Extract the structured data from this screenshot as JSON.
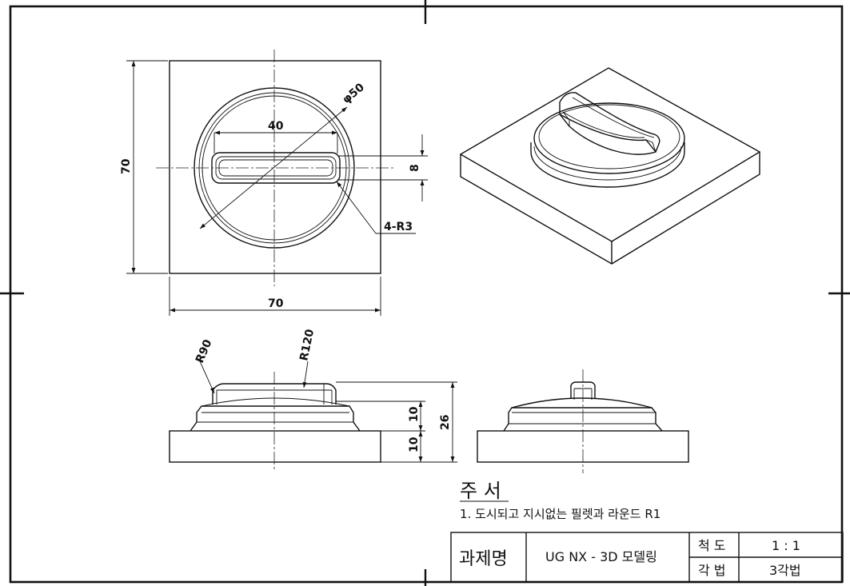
{
  "dimensions": {
    "phi50": "φ50",
    "w40": "40",
    "h8": "8",
    "r3": "4-R3",
    "h70": "70",
    "w70": "70",
    "r90": "R90",
    "r120": "R120",
    "h10a": "10",
    "h10b": "10",
    "h26": "26"
  },
  "notes": {
    "title": "주 서",
    "line1": "1. 도시되고 지시없는 필렛과 라운드 R1"
  },
  "title_block": {
    "assignment_label": "과제명",
    "assignment_value": "UG NX - 3D 모델링",
    "scale_label": "척 도",
    "scale_value": "1 : 1",
    "projection_label": "각 법",
    "projection_value": "3각법"
  }
}
